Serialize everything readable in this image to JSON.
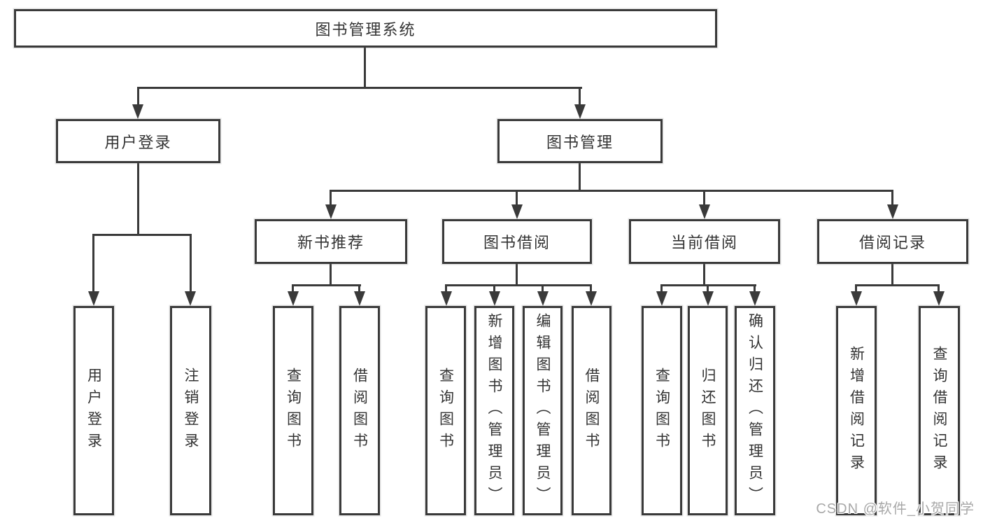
{
  "diagram": {
    "root": {
      "label": "图书管理系统"
    },
    "branches": [
      {
        "label": "用户登录",
        "children": [
          "用户登录",
          "注销登录"
        ]
      },
      {
        "label": "图书管理",
        "sections": [
          {
            "label": "新书推荐",
            "children": [
              "查询图书",
              "借阅图书"
            ]
          },
          {
            "label": "图书借阅",
            "children": [
              "查询图书",
              "新增图书（管理员）",
              "编辑图书（管理员）",
              "借阅图书"
            ]
          },
          {
            "label": "当前借阅",
            "children": [
              "查询图书",
              "归还图书",
              "确认归还（管理员）"
            ]
          },
          {
            "label": "借阅记录",
            "children": [
              "新增借阅记录",
              "查询借阅记录"
            ]
          }
        ]
      }
    ]
  },
  "watermark": "CSDN @软件_小贺同学",
  "colors": {
    "line": "#3a3a3a",
    "text": "#333333",
    "background": "#ffffff",
    "watermark": "#a8a8a8"
  }
}
